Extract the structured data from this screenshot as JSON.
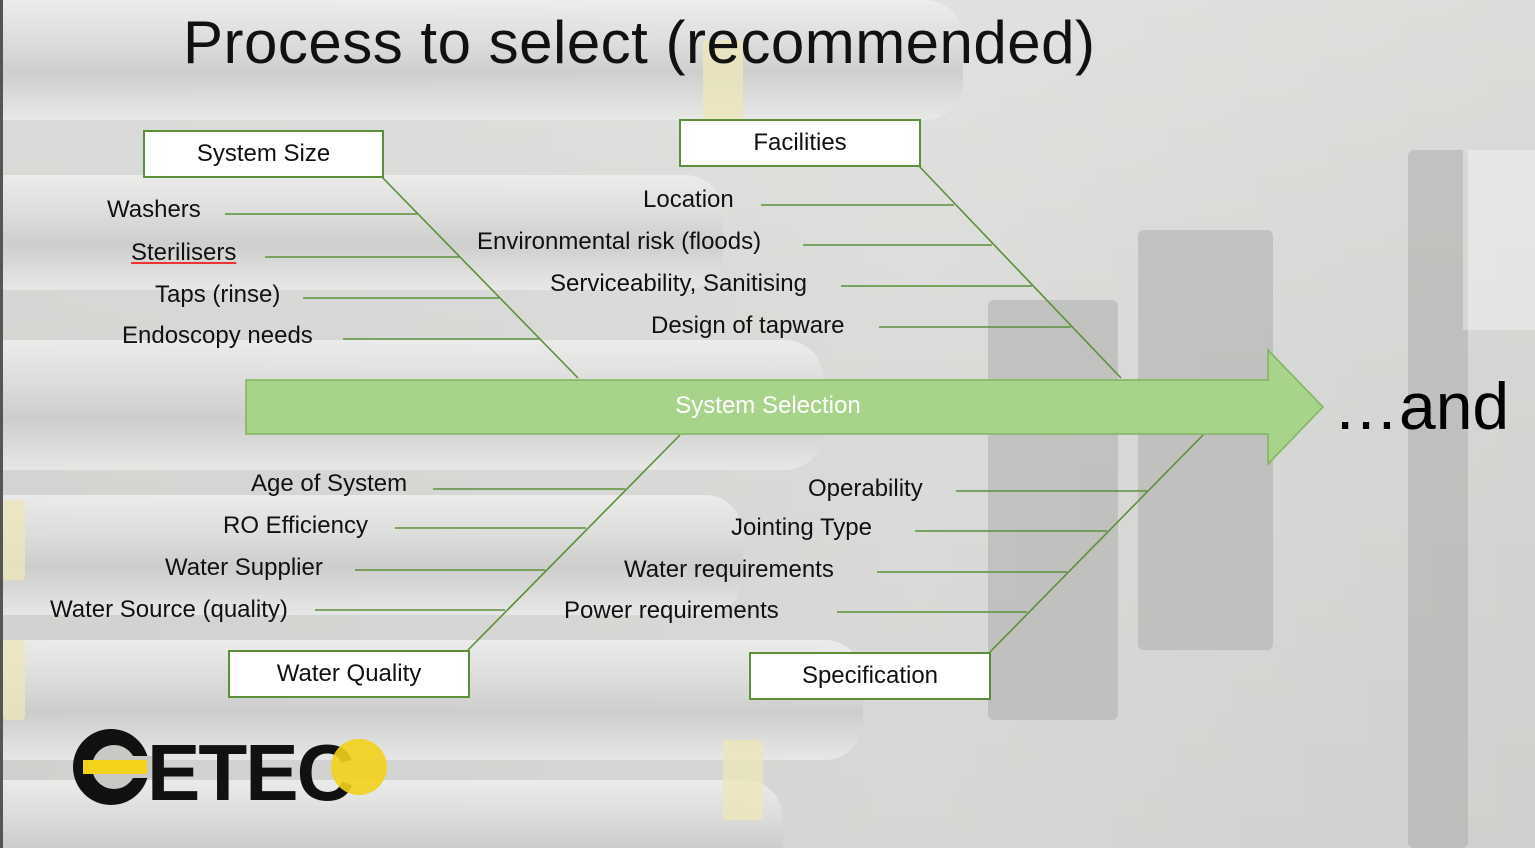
{
  "title": "Process to select (recommended)",
  "spine": {
    "label": "System Selection",
    "color": "#a8d38b"
  },
  "and_text": "…and",
  "categories": {
    "system_size": "System Size",
    "facilities": "Facilities",
    "water_quality": "Water Quality",
    "specification": "Specification"
  },
  "causes": {
    "system_size": [
      "Washers",
      "Sterilisers",
      "Taps (rinse)",
      "Endoscopy needs"
    ],
    "facilities": [
      "Location",
      "Environmental risk (floods)",
      "Serviceability, Sanitising",
      "Design of tapware"
    ],
    "water_quality": [
      "Age of System",
      "RO Efficiency",
      "Water Supplier",
      "Water Source (quality)"
    ],
    "specification": [
      "Operability",
      "Jointing Type",
      "Water requirements",
      "Power requirements"
    ]
  },
  "logo": {
    "text": "CETEC",
    "text_color": "#111111",
    "accent_color": "#f2d21b"
  },
  "colors": {
    "line": "#5b8f3a",
    "box_border": "#5b8f3a"
  }
}
